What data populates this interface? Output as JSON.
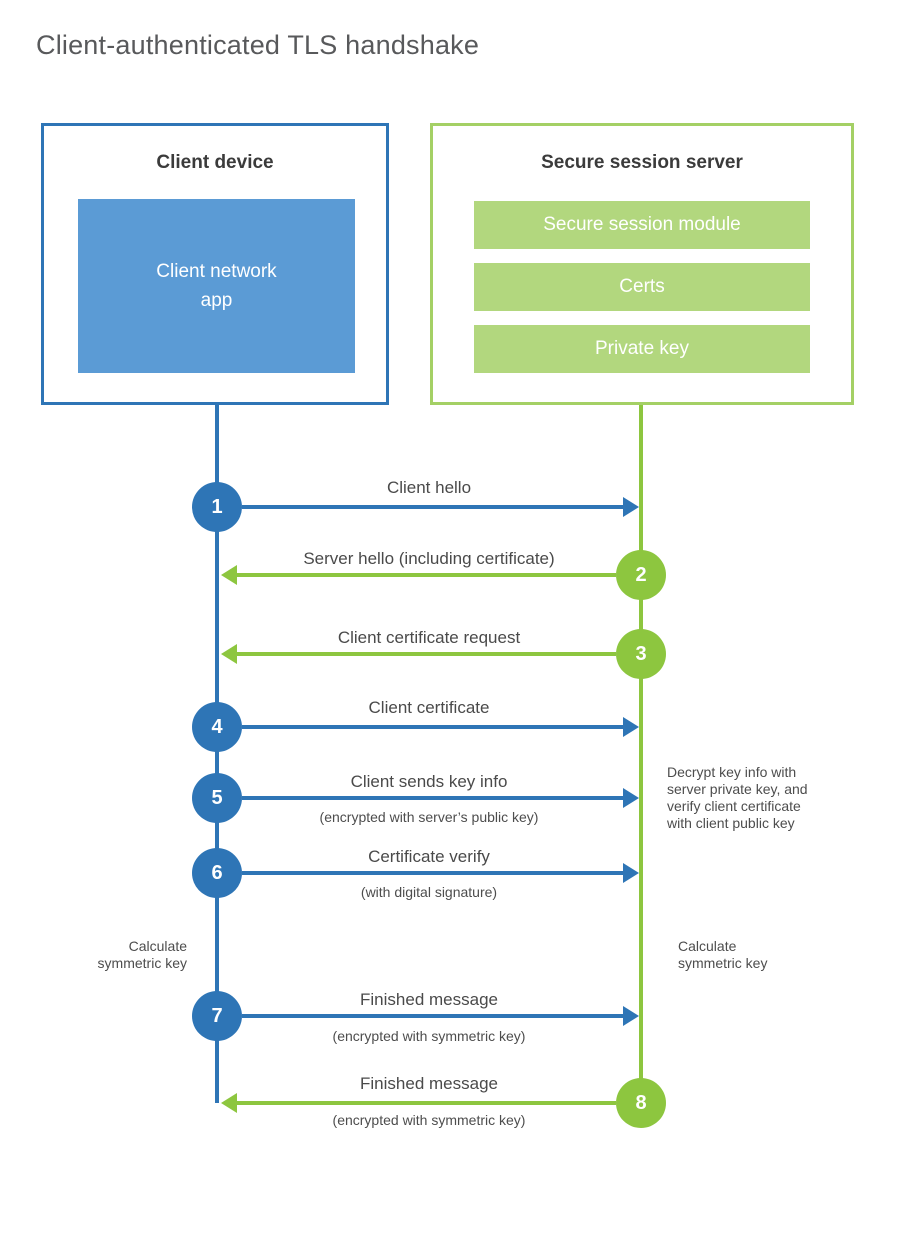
{
  "title": "Client-authenticated TLS handshake",
  "colors": {
    "client_blue": "#2e75b6",
    "client_fill_blue": "#5b9bd5",
    "server_green": "#8dc63f",
    "server_border_green": "#a4d065",
    "server_fill_green": "#b2d77e",
    "text_dark": "#3b3b3b",
    "text_gray": "#4d4d4d"
  },
  "client_box": {
    "title": "Client device",
    "app_label": "Client network\napp"
  },
  "server_box": {
    "title": "Secure session server",
    "modules": [
      "Secure session module",
      "Certs",
      "Private key"
    ]
  },
  "steps": [
    {
      "num": "1",
      "label": "Client hello",
      "direction": "to-server",
      "color": "blue"
    },
    {
      "num": "2",
      "label": "Server hello (including certificate)",
      "direction": "to-client",
      "color": "green"
    },
    {
      "num": "3",
      "label": "Client certificate request",
      "direction": "to-client",
      "color": "green"
    },
    {
      "num": "4",
      "label": "Client certificate",
      "direction": "to-server",
      "color": "blue"
    },
    {
      "num": "5",
      "label": "Client sends key info",
      "sublabel": "(encrypted with server’s public key)",
      "direction": "to-server",
      "color": "blue"
    },
    {
      "num": "6",
      "label": "Certificate verify",
      "sublabel": "(with digital signature)",
      "direction": "to-server",
      "color": "blue"
    },
    {
      "num": "7",
      "label": "Finished message",
      "sublabel": "(encrypted with symmetric key)",
      "direction": "to-server",
      "color": "blue"
    },
    {
      "num": "8",
      "label": "Finished message",
      "sublabel": "(encrypted with symmetric key)",
      "direction": "to-client",
      "color": "green"
    }
  ],
  "notes": {
    "decrypt": "Decrypt key info with\nserver private key, and\nverify client certificate\nwith client public key",
    "calc_left": "Calculate\nsymmetric key",
    "calc_right": "Calculate\nsymmetric key"
  }
}
